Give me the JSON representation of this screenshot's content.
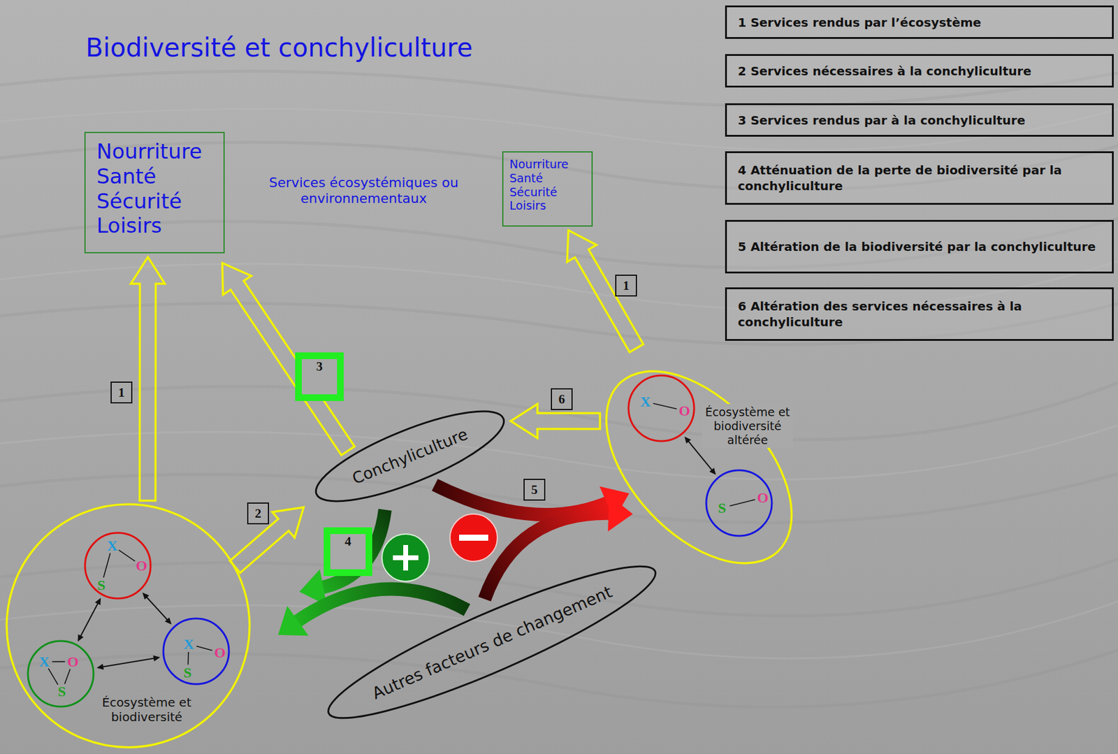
{
  "diagram": {
    "title": "Biodiversité et conchyliculture",
    "nodes": [
      {
        "text": [
          "1 Services rendus par l’écosystème"
        ]
      },
      {
        "text": [
          "2 Services nécessaires à la conchyliculture"
        ]
      },
      {
        "text": [
          "3 Services rendus par à la conchyliculture"
        ]
      },
      {
        "text": [
          "4 Atténuation de la perte de biodiversité par la conchyliculture"
        ]
      },
      {
        "text": [
          "5 Altération de la biodiversité par la conchyliculture"
        ]
      },
      {
        "text": [
          "6 Altération des services nécessaires à la conchyliculture"
        ]
      },
      {
        "text": [
          "Nourriture",
          "Santé",
          "Sécurité",
          "Loisirs"
        ]
      },
      {
        "text": [
          "Nourriture",
          "Santé",
          "Sécurité",
          "Loisirs"
        ]
      },
      {
        "text": [
          "Conchyliculture"
        ]
      },
      {
        "text": [
          "Écosystème et biodiversité altérée"
        ]
      },
      {
        "text": [
          "X",
          "O"
        ],
        "in": 9
      },
      {
        "text": [
          "S",
          "O"
        ],
        "in": 9
      },
      {
        "text": [
          "Autres facteurs de changement"
        ]
      },
      {
        "text": [
          "Écosystème et biodiversité"
        ]
      },
      {
        "text": [
          "X",
          "O",
          "S"
        ],
        "in": 13
      },
      {
        "text": [
          "X",
          "O",
          "S"
        ],
        "in": 13
      },
      {
        "text": [
          "X",
          "O",
          "S"
        ],
        "in": 13
      }
    ],
    "edges": [
      {
        "from": 13,
        "to": 6,
        "arrow": "to",
        "label": "1"
      },
      {
        "from": 13,
        "to": 8,
        "arrow": "to",
        "label": "2"
      },
      {
        "from": 8,
        "to": 6,
        "arrow": "to",
        "label": "3"
      },
      {
        "from": 9,
        "to": 7,
        "arrow": "to",
        "label": "1"
      },
      {
        "from": 9,
        "to": 8,
        "arrow": "to",
        "label": "6"
      },
      {
        "from": 8,
        "to": 9,
        "arrow": "to",
        "label": "5"
      },
      {
        "from": 12,
        "to": 9,
        "arrow": "to"
      },
      {
        "from": 8,
        "to": 13,
        "arrow": "to",
        "label": "4"
      },
      {
        "from": 12,
        "to": 13,
        "arrow": "to"
      },
      {
        "from": 14,
        "to": 15,
        "arrow": "both"
      },
      {
        "from": 14,
        "to": 16,
        "arrow": "both"
      },
      {
        "from": 15,
        "to": 16,
        "arrow": "both"
      },
      {
        "from": 10,
        "to": 11,
        "arrow": "both"
      }
    ],
    "labels": [
      "Services écosystémiques ou environnementaux"
    ]
  }
}
